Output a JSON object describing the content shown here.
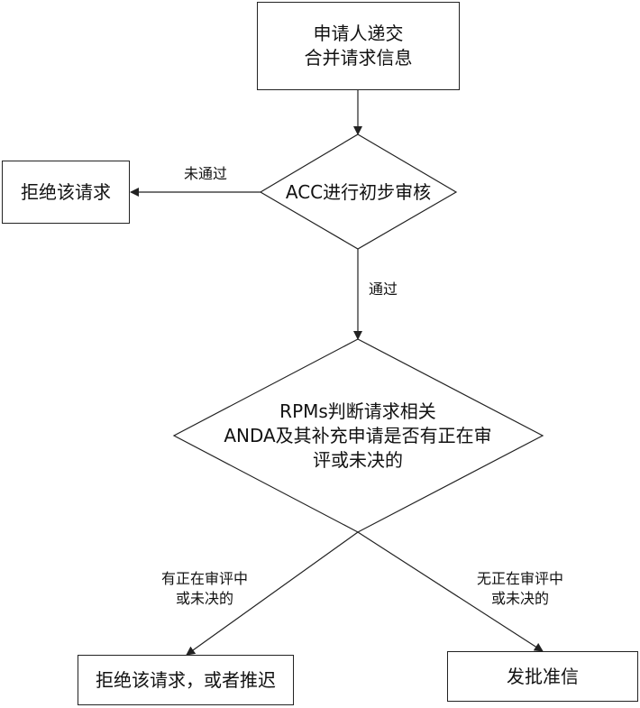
{
  "nodes": {
    "start": {
      "lines": [
        "申请人递交",
        "合并请求信息"
      ]
    },
    "acc_review": {
      "text": "ACC进行初步审核"
    },
    "reject1": {
      "text": "拒绝该请求"
    },
    "rpm_judge": {
      "lines": [
        "RPMs判断请求相关",
        "ANDA及其补充申请是否有正在审",
        "评或未决的"
      ]
    },
    "reject2": {
      "text": "拒绝该请求，或者推迟"
    },
    "approve": {
      "text": "发批准信"
    }
  },
  "edges": {
    "fail": {
      "text": "未通过"
    },
    "pass": {
      "text": "通过"
    },
    "pending": {
      "lines": [
        "有正在审评中",
        "或未决的"
      ]
    },
    "none_pending": {
      "lines": [
        "无正在审评中",
        "或未决的"
      ]
    }
  },
  "colors": {
    "stroke": "#222222",
    "background": "#ffffff",
    "text": "#111111"
  }
}
